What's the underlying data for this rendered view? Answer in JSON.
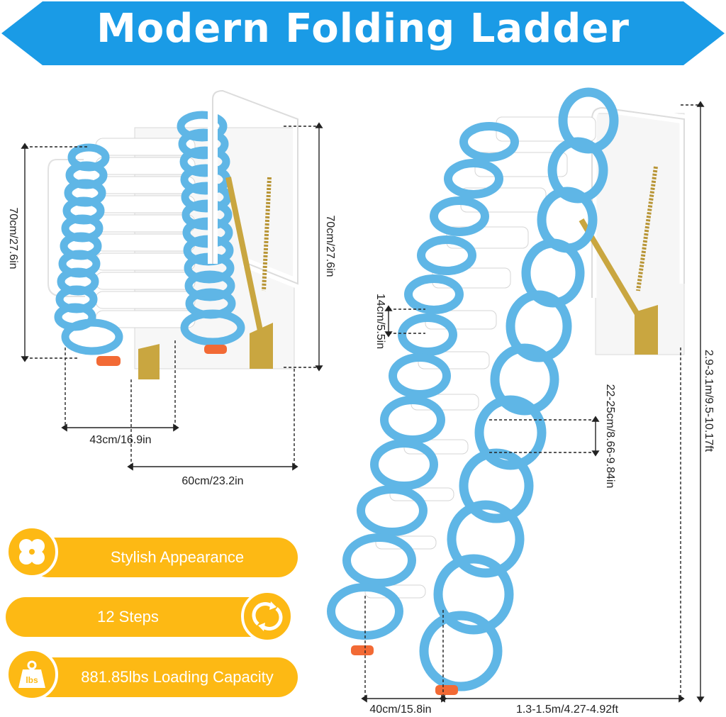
{
  "title": "Modern Folding Ladder",
  "colors": {
    "banner": "#1a9be6",
    "accent": "#fdb914",
    "ladder_blue": "#5fb6e6",
    "tread": "#ffffff"
  },
  "dimensions": {
    "folded_height_left": "70cm/27.6in",
    "folded_height_right": "70cm/27.6in",
    "folded_width_inner": "43cm/16.9in",
    "folded_width_outer": "60cm/23.2in",
    "step_depth": "14cm/5.5in",
    "step_spacing": "22-25cm/8.66-9.84in",
    "total_height": "2.9-3.1m/9.5-10.17ft",
    "step_width": "40cm/15.8in",
    "extension": "1.3-1.5m/4.27-4.92ft"
  },
  "features": [
    {
      "label": "Stylish Appearance",
      "icon": "clover-icon"
    },
    {
      "label": "12 Steps",
      "icon": "stairs-cycle-icon"
    },
    {
      "label": "881.85lbs Loading Capacity",
      "icon": "weight-icon",
      "icon_text": "lbs"
    }
  ]
}
